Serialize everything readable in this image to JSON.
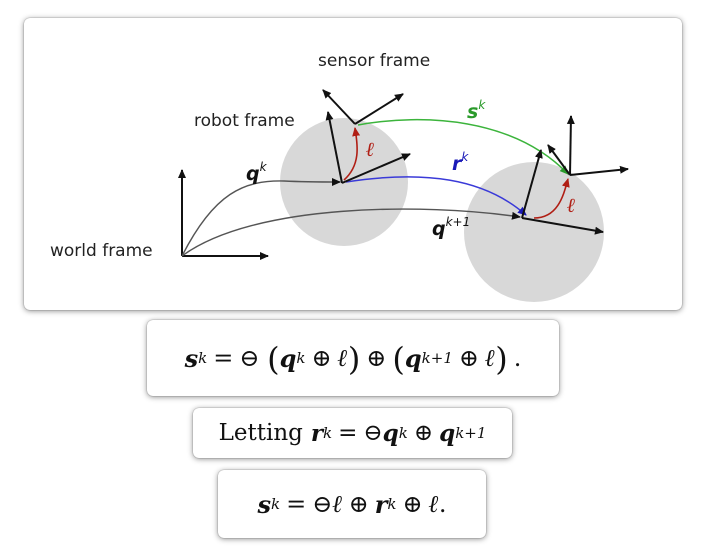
{
  "diagram": {
    "labels": {
      "sensor_frame": "sensor frame",
      "robot_frame": "robot frame",
      "world_frame": "world frame"
    },
    "math_labels": {
      "q_k": {
        "base": "q",
        "sup": "k"
      },
      "q_k1": {
        "base": "q",
        "sup": "k+1"
      },
      "r_k": {
        "base": "r",
        "sup": "k"
      },
      "s_k": {
        "base": "s",
        "sup": "k"
      },
      "ell_1": "ℓ",
      "ell_2": "ℓ"
    },
    "colors": {
      "world_path": "#555555",
      "r_path": "#3a3ad8",
      "s_path": "#3cb43c",
      "ell_arc": "#c0281e",
      "circle": "#d8d8d8",
      "axes": "#111111"
    }
  },
  "equations": {
    "eq1": {
      "s": "s",
      "s_sup": "k",
      "eq": "=",
      "ominus": "⊖",
      "lparen1": "(",
      "q1": "q",
      "q1_sup": "k",
      "oplus1": "⊕",
      "ell1": "ℓ",
      "rparen1": ")",
      "oplus2": "⊕",
      "lparen2": "(",
      "q2": "q",
      "q2_sup": "k+1",
      "oplus3": "⊕",
      "ell2": "ℓ",
      "rparen2": ")",
      "period": "."
    },
    "eq2": {
      "letting": "Letting",
      "r": "r",
      "r_sup": "k",
      "eq": "=",
      "ominus": "⊖",
      "q1": "q",
      "q1_sup": "k",
      "oplus": "⊕",
      "q2": "q",
      "q2_sup": "k+1"
    },
    "eq3": {
      "s": "s",
      "s_sup": "k",
      "eq": "=",
      "ominus": "⊖",
      "ell1": "ℓ",
      "oplus1": "⊕",
      "r": "r",
      "r_sup": "k",
      "oplus2": "⊕",
      "ell2": "ℓ",
      "period": "."
    }
  }
}
